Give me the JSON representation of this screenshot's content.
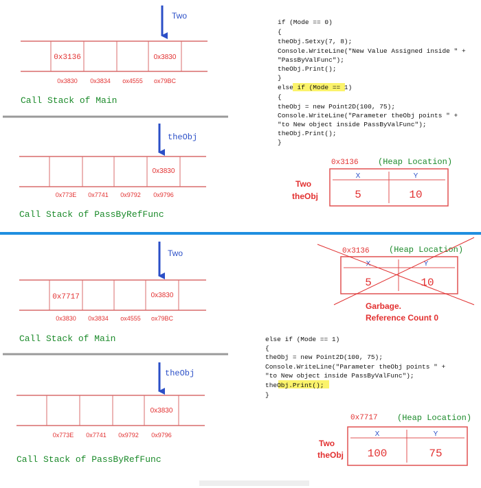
{
  "colors": {
    "stack_line": "#d96b6b",
    "stack_text": "#e23030",
    "arrow": "#2b4fc7",
    "arrow_label": "#2b4fc7",
    "caption": "#1b8a2a",
    "heap_title": "#1b8a2a",
    "heap_addr": "#e23030",
    "divider_blue": "#1f8fe0",
    "code_keyword": "#1a1aff",
    "code_type": "#2b91af",
    "code_string": "#a31515",
    "highlight": "#fbf36b"
  },
  "top": {
    "main_stack": {
      "arrow_label": "Two",
      "cells": [
        "",
        "0x3136",
        "",
        "",
        "0x3830",
        ""
      ],
      "addresses": [
        "0x3830",
        "0x3834",
        "ox4555",
        "ox79BC"
      ],
      "caption": "Call Stack of Main"
    },
    "func_stack": {
      "arrow_label": "theObj",
      "cells": [
        "",
        "",
        "",
        "",
        "0x3830",
        ""
      ],
      "addresses": [
        "0x773E",
        "0x7741",
        "0x9792",
        "0x9796"
      ],
      "caption": "Call Stack of PassByRefFunc"
    },
    "code": [
      "if (Mode == 0)",
      "{",
      "    theObj.Setxy(7, 8);",
      "    Console.WriteLine(\"New Value Assigned inside \" +",
      "        \"PassByValFunc\");",
      "    theObj.Print();",
      "}",
      "else if (Mode == 1)",
      "{",
      "    theObj = new Point2D(100, 75);",
      "    Console.WriteLine(\"Parameter theObj points \" +",
      "        \"to New object inside PassByValFunc\");",
      "    theObj.Print();",
      "}"
    ],
    "heap": {
      "address": "0x3136",
      "title": "(Heap Location)",
      "headers": [
        "X",
        "Y"
      ],
      "values": [
        "5",
        "10"
      ],
      "refs": [
        "Two",
        "theObj"
      ]
    }
  },
  "bottom": {
    "main_stack": {
      "arrow_label": "Two",
      "cells": [
        "",
        "0x7717",
        "",
        "",
        "0x3830",
        ""
      ],
      "addresses": [
        "0x3830",
        "0x3834",
        "ox4555",
        "ox79BC"
      ],
      "caption": "Call Stack of Main"
    },
    "func_stack": {
      "arrow_label": "theObj",
      "cells": [
        "",
        "",
        "",
        "",
        "0x3830",
        ""
      ],
      "addresses": [
        "0x773E",
        "0x7741",
        "0x9792",
        "0x9796"
      ],
      "caption": "Call Stack of PassByRefFunc"
    },
    "code": [
      "else if (Mode == 1)",
      "{",
      "    theObj = new Point2D(100, 75);",
      "    Console.WriteLine(\"Parameter theObj points \" +",
      "        \"to New object inside PassByValFunc\");",
      "    theObj.Print();",
      "}"
    ],
    "garbage_heap": {
      "address": "0x3136",
      "title": "(Heap Location)",
      "headers": [
        "X",
        "Y"
      ],
      "values": [
        "5",
        "10"
      ],
      "note": [
        "Garbage.",
        "Reference Count 0"
      ]
    },
    "heap": {
      "address": "0x7717",
      "title": "(Heap Location)",
      "headers": [
        "X",
        "Y"
      ],
      "values": [
        "100",
        "75"
      ],
      "refs": [
        "Two",
        "theObj"
      ]
    }
  }
}
